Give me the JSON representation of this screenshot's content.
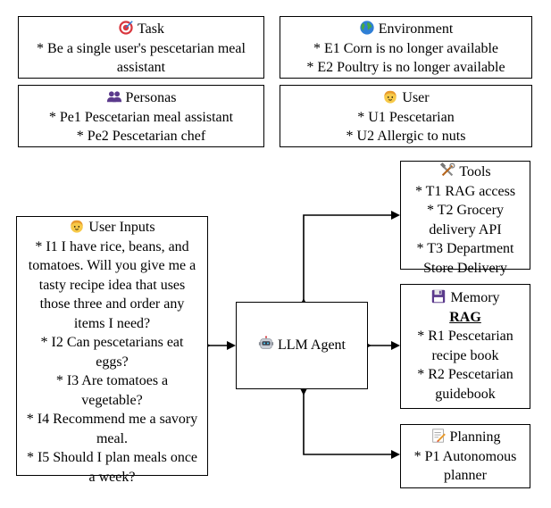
{
  "task": {
    "title": "Task",
    "icon": "target-icon",
    "lines": [
      "* Be a single user's pescetarian meal",
      "assistant"
    ]
  },
  "environment": {
    "title": "Environment",
    "icon": "globe-icon",
    "lines": [
      "* E1 Corn is no longer available",
      "* E2 Poultry is no longer available"
    ]
  },
  "personas": {
    "title": "Personas",
    "icon": "people-icon",
    "lines": [
      "* Pe1 Pescetarian meal assistant",
      "* Pe2 Pescetarian chef"
    ]
  },
  "user": {
    "title": "User",
    "icon": "person-icon",
    "lines": [
      "* U1 Pescetarian",
      "* U2 Allergic to nuts"
    ]
  },
  "tools": {
    "title": "Tools",
    "icon": "tools-icon",
    "lines": [
      "* T1 RAG access",
      "* T2 Grocery",
      "delivery API",
      "* T3 Department",
      "Store Delivery"
    ]
  },
  "user_inputs": {
    "title": "User Inputs",
    "icon": "person-icon",
    "lines": [
      "* I1 I have rice, beans, and",
      "tomatoes. Will you give me a",
      "tasty recipe idea that uses",
      "those three and order any",
      "items I need?",
      "* I2 Can pescetarians eat",
      "eggs?",
      "* I3 Are tomatoes a",
      "vegetable?",
      "* I4 Recommend me a savory",
      "meal.",
      "* I5 Should I plan meals once",
      "a week?"
    ]
  },
  "agent": {
    "title": "LLM Agent",
    "icon": "robot-icon"
  },
  "memory": {
    "title": "Memory",
    "icon": "floppy-disk-icon",
    "subtitle": "RAG",
    "lines": [
      "* R1 Pescetarian",
      "recipe book",
      "* R2 Pescetarian",
      "guidebook"
    ]
  },
  "planning": {
    "title": "Planning",
    "icon": "memo-icon",
    "lines": [
      "* P1 Autonomous",
      "planner"
    ]
  },
  "colors": {
    "border": "#000000",
    "target_red": "#d9363e",
    "globe_blue": "#2f7fd6",
    "globe_green": "#45a845",
    "people_purple": "#5b3a8c",
    "person_yellow": "#f7c948",
    "hair_orange": "#e89a2c"
  }
}
